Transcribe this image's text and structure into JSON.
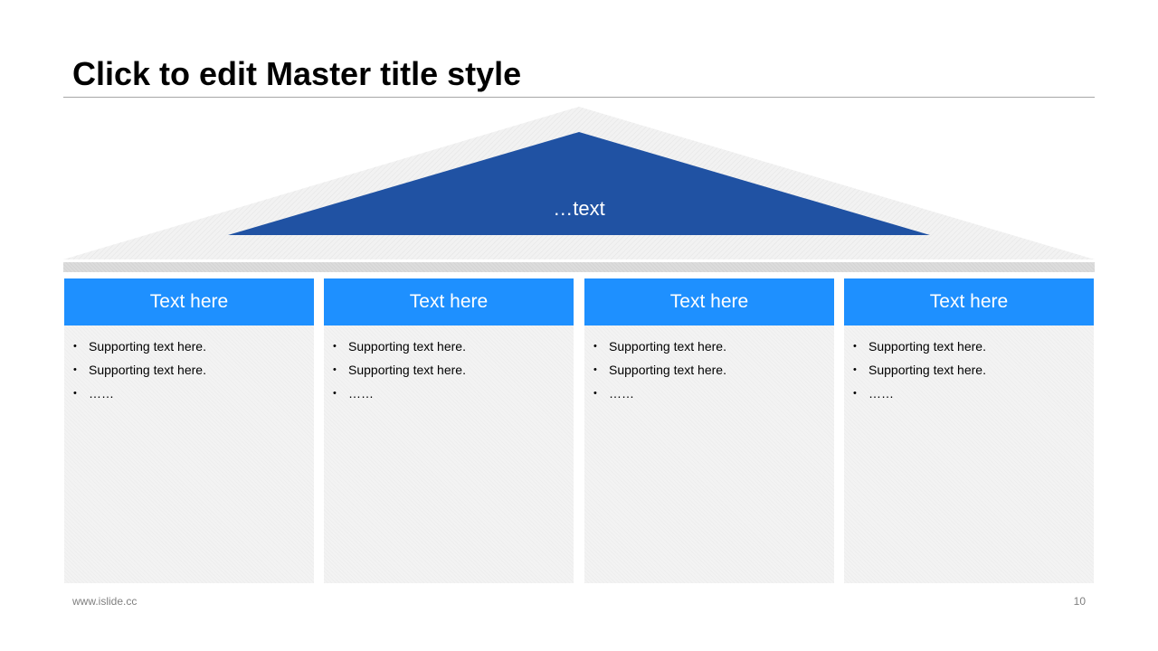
{
  "slide": {
    "title": "Click to edit Master title style"
  },
  "roof": {
    "label": "…text",
    "outer_color": "#f0f0f0",
    "inner_color": "#2052a3"
  },
  "pillars": [
    {
      "header": "Text here",
      "items": [
        "Supporting text here.",
        "Supporting text here.",
        "……"
      ]
    },
    {
      "header": "Text here",
      "items": [
        "Supporting text here.",
        "Supporting text here.",
        "……"
      ]
    },
    {
      "header": "Text here",
      "items": [
        "Supporting text here.",
        "Supporting text here.",
        "……"
      ]
    },
    {
      "header": "Text here",
      "items": [
        "Supporting text here.",
        "Supporting text here.",
        "……"
      ]
    }
  ],
  "colors": {
    "pillar_header": "#1e90ff",
    "pillar_body": "#f2f2f2",
    "beam": "#d9d9d9"
  },
  "footer": {
    "url": "www.islide.cc",
    "page": "10"
  }
}
